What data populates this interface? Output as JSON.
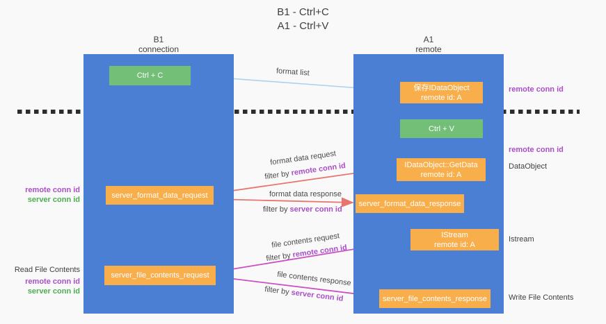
{
  "title": {
    "line1": "B1 - Ctrl+C",
    "line2": "A1 - Ctrl+V"
  },
  "lanes": {
    "left": {
      "name_line": "B1",
      "role_line": "connection"
    },
    "right": {
      "name_line": "A1",
      "role_line": "remote"
    }
  },
  "nodes": {
    "ctrl_c": {
      "label": "Ctrl + C"
    },
    "stored_dataobject": {
      "line1": "保存IDataObject",
      "line2": "remote id: A"
    },
    "ctrl_v": {
      "label": "Ctrl + V"
    },
    "getdata": {
      "line1": "IDataObject::GetData",
      "line2": "remote id: A"
    },
    "server_format_data_request": {
      "label": "server_format_data_request"
    },
    "server_format_data_response": {
      "label": "server_format_data_response"
    },
    "istream": {
      "line1": "IStream",
      "line2": "remote id: A"
    },
    "server_file_contents_request": {
      "label": "server_file_contents_request"
    },
    "server_file_contents_response": {
      "label": "server_file_contents_response"
    }
  },
  "edge_labels": {
    "format_list": "format list",
    "format_data_request": "format data request",
    "format_data_response": "format data response",
    "file_contents_request": "file contents request",
    "file_contents_response": "file contents response",
    "filter_by": "filter by ",
    "remote_conn_id": "remote conn id",
    "server_conn_id": "server conn id"
  },
  "annotations": {
    "remote_conn_id_top_right": "remote conn id",
    "remote_conn_id_mid_right": "remote conn id",
    "dataobject": "DataObject",
    "istream": "Istream",
    "write_file_contents": "Write File Contents",
    "remote_conn_id_left": "remote conn id",
    "server_conn_id_left": "server conn id",
    "read_file_contents": "Read File Contents",
    "remote_conn_id_left2": "remote conn id",
    "server_conn_id_left2": "server conn id"
  },
  "colors": {
    "laneBlue": "#4a7fd3",
    "orange": "#f9ae4c",
    "greenBox": "#74bf78",
    "arrowBlue": "#a8d2ef",
    "arrowSalmon": "#e8756d",
    "arrowMagenta": "#cb4fc5",
    "purpleText": "#a94fc7",
    "greenText": "#4caf50",
    "darkText": "#3f3f3f",
    "bg": "#f9f9f9",
    "dash": "#2d2d2d",
    "boxText": "#ffffff"
  }
}
